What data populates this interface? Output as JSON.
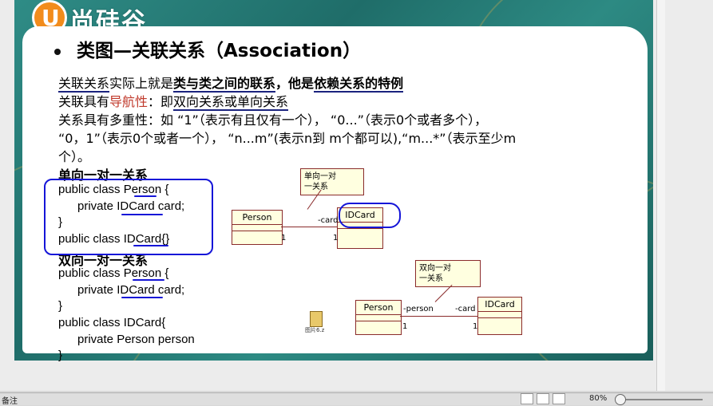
{
  "logo": {
    "mark": "U",
    "name": "尚硅谷"
  },
  "slide": {
    "title": "类图—关联关系（Association）",
    "line1": {
      "a": "关联关系",
      "b": "实际上就是",
      "c": "类与类之间的联系",
      "d": "，他是",
      "e": "依赖关系的特例"
    },
    "line2": {
      "a": "关联具有",
      "b": "导航性",
      "c": "：即",
      "d": "双向关系或单向关系"
    },
    "line3": "关系具有多重性：如 “1”（表示有且仅有一个）， “0...”（表示0个或者多个），",
    "line4": "“0，1”（表示0个或者一个）， “n...m”(表示n到  m个都可以),“m...*”（表示至少m",
    "line5": "个）。",
    "sec1": "单向一对一关系",
    "code1": [
      "public class Person {",
      "private IDCard card;",
      "}",
      "public class IDCard{}"
    ],
    "sec2": "双向一对一关系",
    "code2": [
      "public class Person {",
      "private IDCard card;",
      "}",
      "public class IDCard{",
      "private Person person",
      "}"
    ],
    "diagram1": {
      "note": [
        "单向一对",
        "一关系"
      ],
      "left": "Person",
      "right": "IDCard",
      "role": "-card",
      "m1": "1",
      "m2": "1"
    },
    "diagram2": {
      "note": [
        "双向一对",
        "一关系"
      ],
      "left": "Person",
      "right": "IDCard",
      "role_l": "-person",
      "role_r": "-card",
      "m1": "1",
      "m2": "1"
    },
    "file_label": "图片6.z"
  },
  "status": {
    "left": "备注",
    "zoom": "80%"
  }
}
